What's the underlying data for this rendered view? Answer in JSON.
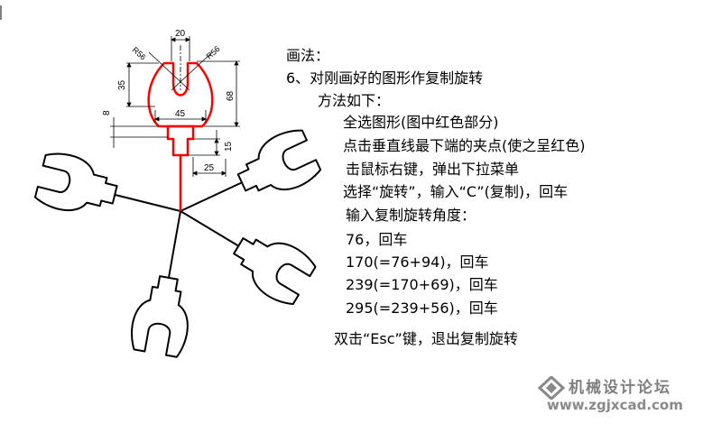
{
  "dimensions": {
    "d20": "20",
    "r56_left": "R56",
    "r56_right": "R56",
    "d35": "35",
    "d68": "68",
    "d8": "8",
    "d45": "45",
    "d15": "15",
    "d25": "25"
  },
  "instructions": {
    "heading": "画法：",
    "step": "6、对刚画好的图形作复制旋转",
    "method": "方法如下：",
    "lines": [
      "全选图形(图中红色部分)",
      "点击垂直线最下端的夹点(使之呈红色)",
      "击鼠标右键，弹出下拉菜单",
      "选择“旋转”，输入“C”(复制)，回车",
      "输入复制旋转角度：",
      "76，回车",
      "170(=76+94)，回车",
      "239(=170+69)，回车",
      "295(=239+56)，回车",
      "双击“Esc”键，退出复制旋转"
    ]
  },
  "watermark": {
    "title": "机械设计论坛",
    "url": "www.zgjxcad.com"
  },
  "colors": {
    "highlight": "#ff0000",
    "outline": "#000000",
    "dimension": "#000000",
    "watermark": "#808080"
  }
}
